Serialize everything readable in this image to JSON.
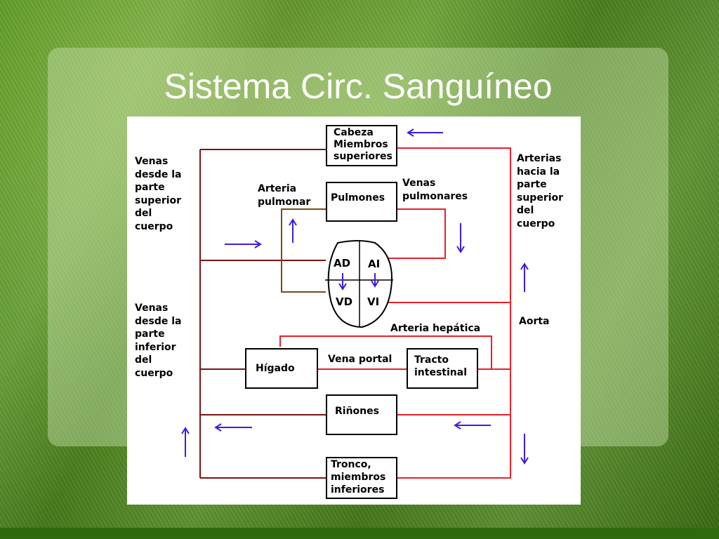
{
  "slide": {
    "title": "Sistema Circ. Sanguíneo"
  },
  "diagram": {
    "boxes": {
      "head": "Cabeza\nMiembros\nsuperiores",
      "lungs": "Pulmones",
      "liver": "Hígado",
      "intestine": "Tracto\nintestinal",
      "kidneys": "Riñones",
      "trunk": "Tronco,\nmiembros\ninferiores"
    },
    "heart": {
      "ad": "AD",
      "ai": "AI",
      "vd": "VD",
      "vi": "VI"
    },
    "labels": {
      "veins_upper": "Venas\ndesde la\nparte\nsuperior\ndel\ncuerpo",
      "veins_lower": "Venas\ndesde la\nparte\ninferior\ndel\ncuerpo",
      "pulmonary_artery": "Arteria\npulmonar",
      "pulmonary_veins": "Venas\npulmonares",
      "arteries_upper": "Arterias\nhacia la\nparte\nsuperior\ndel\ncuerpo",
      "aorta": "Aorta",
      "hepatic_artery": "Arteria hepática",
      "portal_vein": "Vena portal"
    },
    "colors": {
      "arterial": "#e8202a",
      "venous": "#7a1414",
      "pulmonary": "#7a4a1e",
      "arrow": "#3a1ee0"
    }
  }
}
